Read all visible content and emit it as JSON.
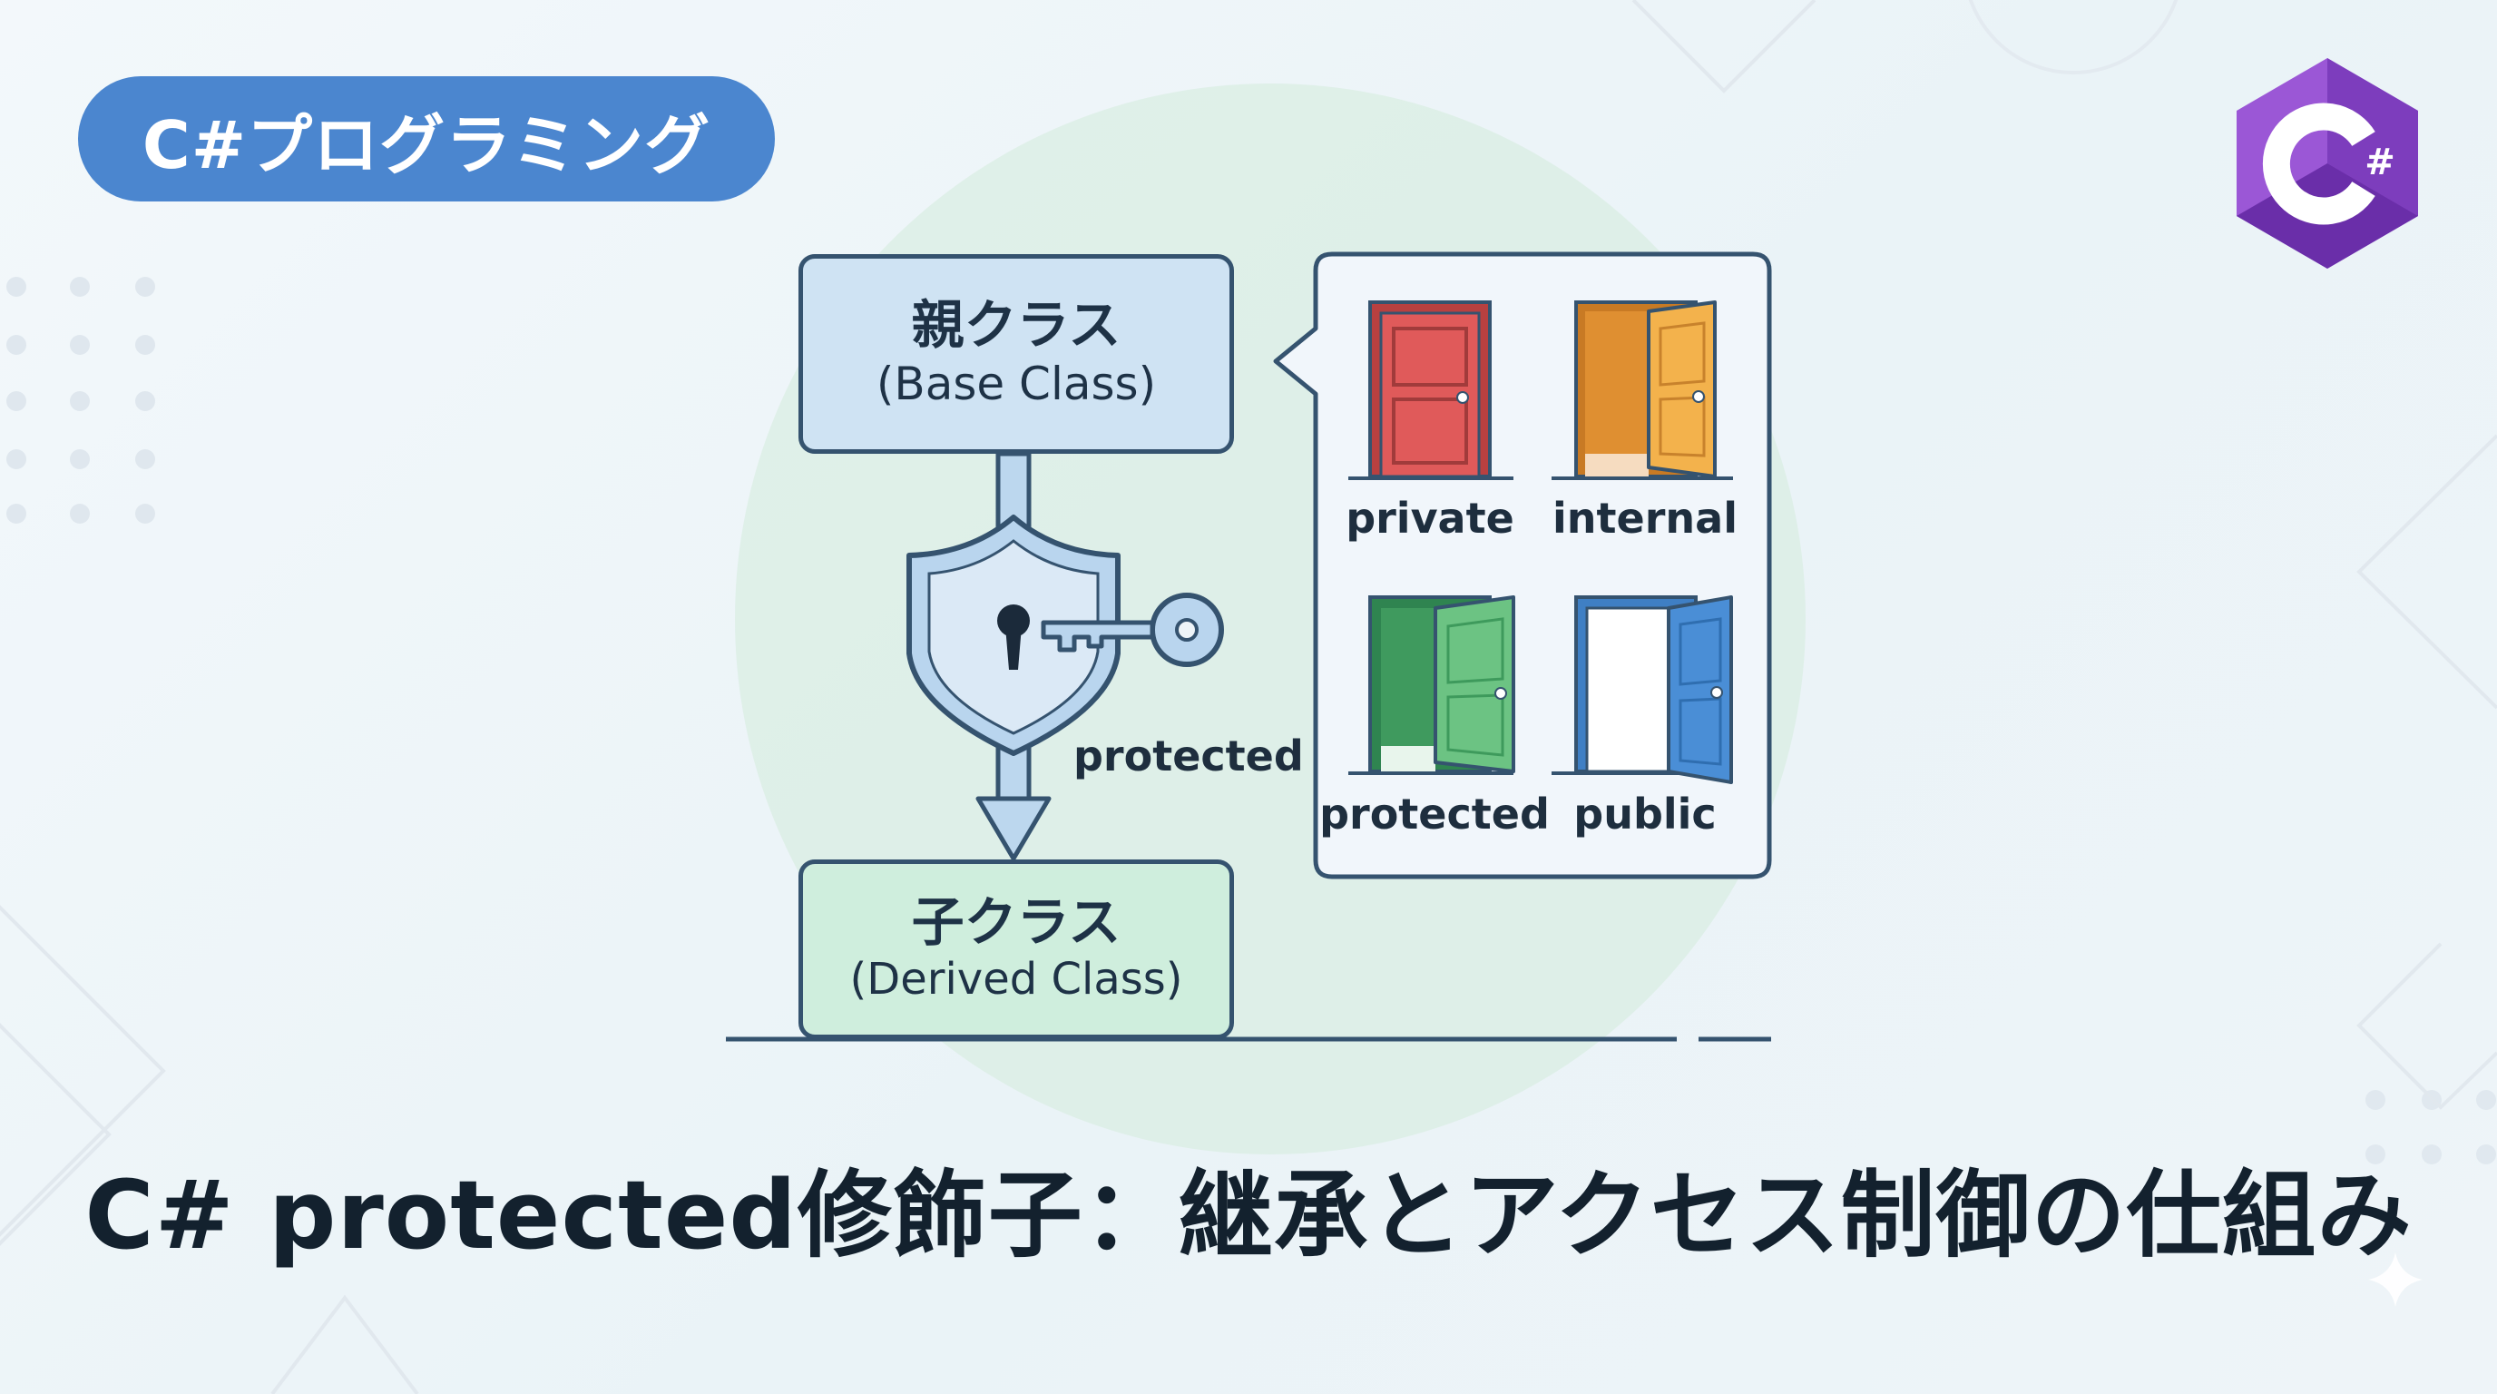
{
  "badge": {
    "label": "C#プログラミング"
  },
  "logo": {
    "text": "C#",
    "icon": "csharp-logo-icon",
    "color": "#8e4fcf"
  },
  "diagram": {
    "base_class": {
      "name_jp": "親クラス",
      "name_en": "(Base Class)"
    },
    "derived_class": {
      "name_jp": "子クラス",
      "name_en": "(Derived Class)"
    },
    "shield_icon": "shield-lock-icon",
    "key_icon": "key-icon",
    "access_label": "protected",
    "doors": [
      {
        "label": "private",
        "icon": "closed-door-icon",
        "color": "#e05a5a"
      },
      {
        "label": "internal",
        "icon": "half-open-door-icon",
        "color": "#eea73f"
      },
      {
        "label": "protected",
        "icon": "open-door-icon",
        "color": "#4cad6d"
      },
      {
        "label": "public",
        "icon": "open-door-icon",
        "color": "#4a8ed6"
      }
    ]
  },
  "title": "C# protected修飾子：継承とアクセス制御の仕組み"
}
